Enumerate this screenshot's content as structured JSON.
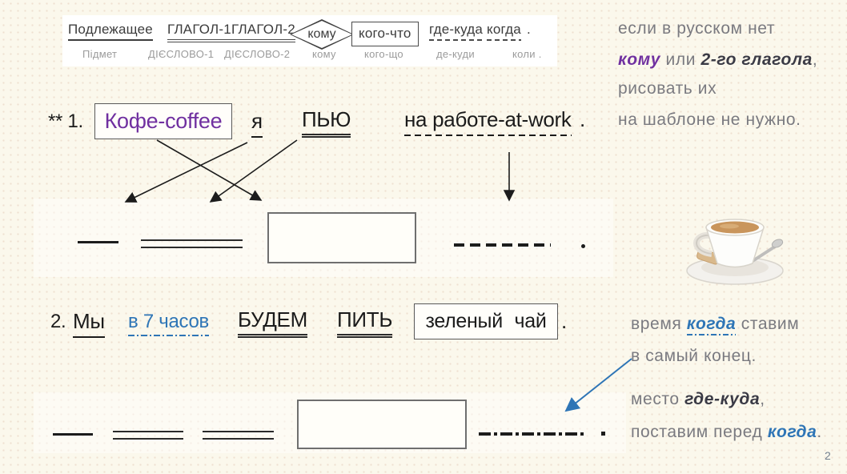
{
  "slide": {
    "page_number": "2",
    "colors": {
      "background": "#FBF8EC",
      "accent_purple": "#7030A0",
      "accent_blue": "#2E75B6",
      "note_gray": "#7A7A80",
      "note_dark": "#3A3A45",
      "text_black": "#1B1B1B"
    }
  },
  "template_strip": {
    "russian": {
      "subject": "Подлежащее",
      "verb1": "ГЛАГОЛ-1",
      "verb2": "ГЛАГОЛ-2",
      "dative": "кому",
      "object": "кого-что",
      "place": "где-куда",
      "time": "когда",
      "period": "."
    },
    "ukrainian": {
      "subject": "Підмет",
      "verb1": "ДІЄСЛОВО-1",
      "verb2": "ДІЄСЛОВО-2",
      "dative": "кому",
      "object": "кого-що",
      "place": "де-куди",
      "time": "коли ."
    }
  },
  "note_top": {
    "line1": "если в русском нет",
    "line2_komu": "кому",
    "line2_or": " или ",
    "line2_verb": "2-го глагола",
    "line2_comma": ",",
    "line3": "рисовать их",
    "line4": "на шаблоне не нужно."
  },
  "sentence1": {
    "marker": "** 1.",
    "object_word": "Кофе-coffee",
    "subject_word": "я",
    "verb_word": "ПЬЮ",
    "place_word": "на работе-at-work",
    "period": "."
  },
  "sentence2": {
    "marker": "2.",
    "subject_word": "Мы",
    "time_word": "в 7 часов",
    "verb1_word": "БУДЕМ",
    "verb2_word": "ПИТЬ",
    "object_word": "зеленый чай",
    "period": "."
  },
  "note_bottom": {
    "line1_pre": "время ",
    "line1_kogda": "когда",
    "line1_post": " ставим",
    "line2": "в самый конец.",
    "line3_pre": "место ",
    "line3_gde": "где-куда",
    "line3_comma": ",",
    "line4_pre": "поставим перед ",
    "line4_kogda": "когда",
    "line4_period": "."
  },
  "icons": {
    "coffee_cup": "coffee-cup-photo"
  }
}
